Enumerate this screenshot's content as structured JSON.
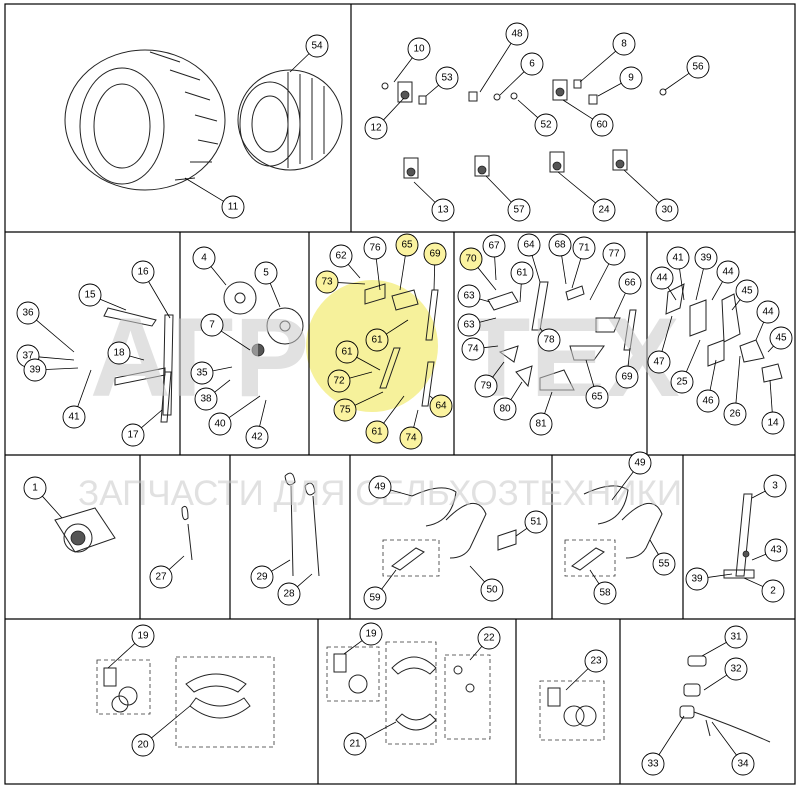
{
  "watermark": {
    "logo_left": "АГР",
    "logo_right": "ТЕХ",
    "tagline": "ЗАПЧАСТИ ДЛЯ СЕЛЬХОЗТЕХНИКИ",
    "gear_color": "#f4ef8a"
  },
  "callouts": [
    "10",
    "53",
    "48",
    "6",
    "8",
    "9",
    "56",
    "54",
    "12",
    "52",
    "60",
    "13",
    "57",
    "24",
    "30",
    "11",
    "16",
    "15",
    "36",
    "37",
    "18",
    "39",
    "41",
    "17",
    "4",
    "5",
    "7",
    "35",
    "38",
    "40",
    "42",
    "62",
    "76",
    "65",
    "69",
    "73",
    "61",
    "61",
    "72",
    "75",
    "61",
    "64",
    "74",
    "70",
    "67",
    "64",
    "68",
    "71",
    "77",
    "61",
    "66",
    "63",
    "78",
    "63",
    "74",
    "79",
    "80",
    "81",
    "65",
    "69",
    "44",
    "41",
    "39",
    "44",
    "45",
    "47",
    "25",
    "46",
    "26",
    "44",
    "45",
    "14",
    "1",
    "27",
    "29",
    "28",
    "49",
    "51",
    "59",
    "50",
    "49",
    "55",
    "58",
    "3",
    "43",
    "39",
    "2",
    "19",
    "20",
    "19",
    "22",
    "21",
    "23",
    "31",
    "32",
    "33",
    "34"
  ]
}
